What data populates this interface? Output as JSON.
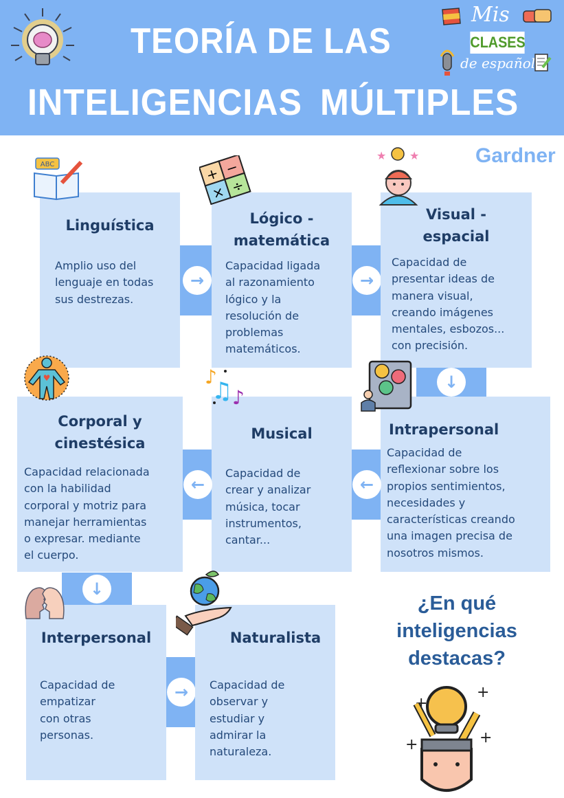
{
  "header": {
    "title_line1": "TEORÍA DE LAS",
    "title_line2": "INTELIGENCIAS  MÚLTIPLES",
    "brand": {
      "top": "Mis",
      "middle": "CLASES",
      "bottom": "de español"
    },
    "subtitle": "Gardner",
    "icons": [
      "brain-lightbulb-icon",
      "spain-flag-icon",
      "chat-bubbles-icon",
      "microphone-icon",
      "notepad-icon"
    ]
  },
  "colors": {
    "header_bg": "#7fb3f3",
    "card_bg": "#cfe2f9",
    "connector": "#7fb3f3",
    "title_text": "#1f3d66",
    "body_text": "#24497a",
    "brand_green": "#4f9a2a",
    "question_text": "#2a5c98"
  },
  "intelligences": [
    {
      "title": "Linguística",
      "description": "Amplio uso del\nlenguaje en todas\nsus destrezas.",
      "icon": "book-pencil-icon"
    },
    {
      "title": "Lógico -\nmatemática",
      "description": "Capacidad ligada\nal razonamiento\nlógico y la\nresolución de\nproblemas\nmatemáticos.",
      "icon": "math-operators-icon"
    },
    {
      "title": "Visual -\nespacial",
      "description": "Capacidad de\npresentar ideas de\nmanera visual,\ncreando imágenes\nmentales, esbozos...\ncon precisión.",
      "icon": "idea-head-icon"
    },
    {
      "title": "Intrapersonal",
      "description": "Capacidad de\nreflexionar sobre los\npropios sentimientos,\nnecesidades y\ncaracterísticas creando\nuna imagen precisa de\nnosotros mismos.",
      "icon": "emotions-board-icon"
    },
    {
      "title": "Musical",
      "description": "Capacidad de\ncrear y analizar\nmúsica, tocar\ninstrumentos,\ncantar...",
      "icon": "music-notes-icon"
    },
    {
      "title": "Corporal y\ncinestésica",
      "description": "Capacidad relacionada\ncon la habilidad\ncorporal y motriz para\nmanejar herramientas\no expresar. mediante\nel cuerpo.",
      "icon": "body-heart-icon"
    },
    {
      "title": "Interpersonal",
      "description": "Capacidad de\nempatizar\ncon otras\npersonas.",
      "icon": "two-faces-icon"
    },
    {
      "title": "Naturalista",
      "description": "Capacidad de\nobservar y\nestudiar y\nadmirar la\nnaturaleza.",
      "icon": "earth-hand-icon"
    }
  ],
  "arrows": {
    "right": "→",
    "left": "←",
    "down": "↓"
  },
  "question": "¿En qué\ninteligencias\ndestacas?"
}
